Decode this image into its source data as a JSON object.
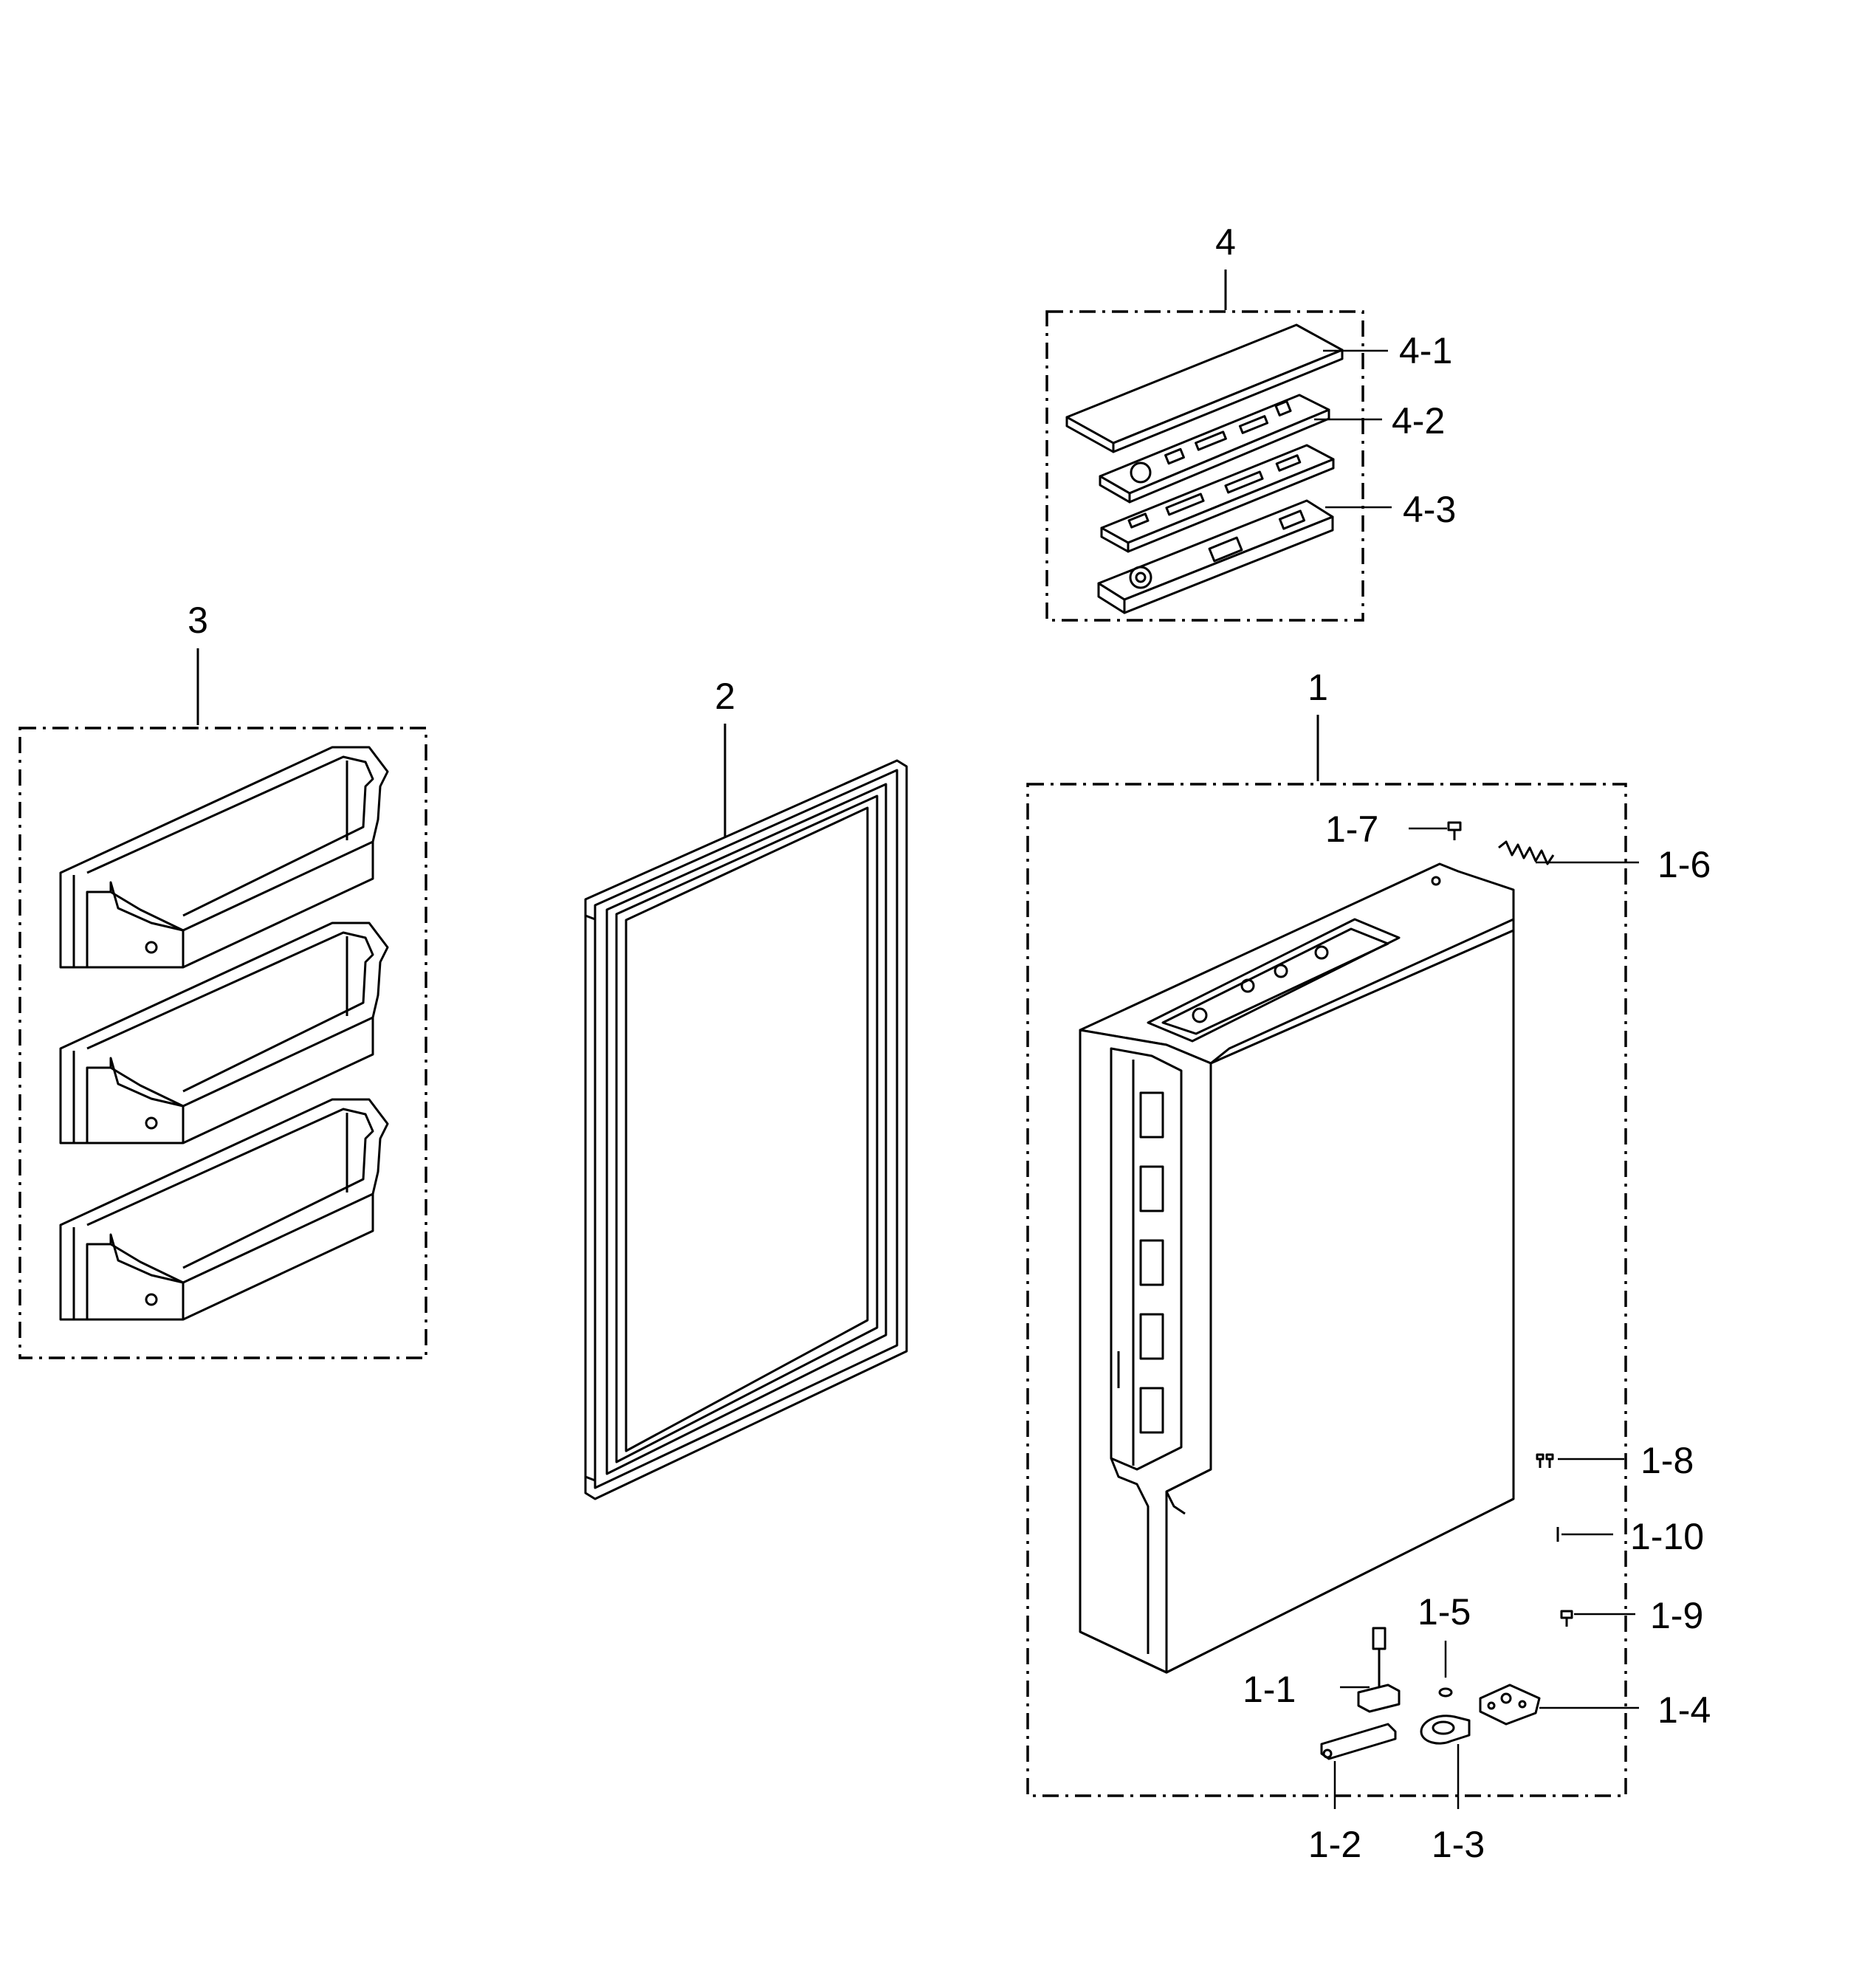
{
  "callouts": {
    "c1": "1",
    "c2": "2",
    "c3": "3",
    "c4": "4",
    "c4_1": "4-1",
    "c4_2": "4-2",
    "c4_3": "4-3",
    "c1_1": "1-1",
    "c1_2": "1-2",
    "c1_3": "1-3",
    "c1_4": "1-4",
    "c1_5": "1-5",
    "c1_6": "1-6",
    "c1_7": "1-7",
    "c1_8": "1-8",
    "c1_9": "1-9",
    "c1_10": "1-10"
  }
}
